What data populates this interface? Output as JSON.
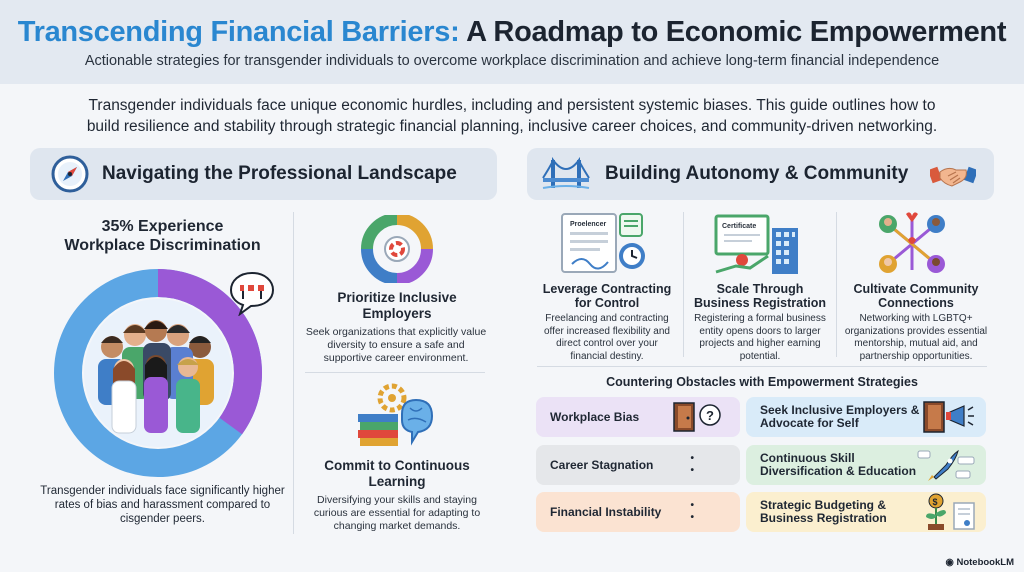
{
  "header": {
    "title_accent": "Transcending Financial Barriers:",
    "title_rest": "A Roadmap to Economic Empowerment",
    "subtitle": "Actionable strategies for transgender individuals to overcome workplace discrimination and achieve long-term financial independence"
  },
  "intro": {
    "line1": "Transgender individuals face unique economic hurdles, including and persistent systemic biases. This guide outlines how to",
    "line2": "build resilience and stability through strategic financial planning, inclusive career choices, and community-driven networking."
  },
  "left": {
    "heading": "Navigating the Professional Landscape",
    "stat_line1": "35% Experience",
    "stat_line2": "Workplace Discrimination",
    "stat_percent": 35,
    "stat_desc": "Transgender individuals face significantly higher rates of bias and harassment compared to cisgender peers.",
    "card1_title": "Prioritize Inclusive Employers",
    "card1_desc": "Seek organizations that explicitly value diversity to ensure a safe and supportive career environment.",
    "card2_title": "Commit to Continuous Learning",
    "card2_desc": "Diversifying your skills and staying curious are essential for adapting to changing market demands."
  },
  "right": {
    "heading": "Building Autonomy & Community",
    "card1_title": "Leverage Contracting for Control",
    "card1_desc": "Freelancing and contracting offer increased flexibility and direct control over your financial destiny.",
    "card1_doc_label": "Proelencer",
    "card2_title": "Scale Through Business Registration",
    "card2_desc": "Registering a formal business entity opens doors to larger projects and higher earning potential.",
    "card2_doc_label": "Certificate",
    "card3_title": "Cultivate Community Connections",
    "card3_desc": "Networking with LGBTQ+ organizations provides essential mentorship, mutual aid, and partnership opportunities.",
    "obstacles_title": "Countering Obstacles with Empowerment Strategies",
    "obstacles": [
      {
        "label": "Workplace Bias",
        "strategy": "Seek Inclusive Employers & Advocate for Self"
      },
      {
        "label": "Career Stagnation",
        "strategy": "Continuous Skill Diversification & Education"
      },
      {
        "label": "Financial Instability",
        "strategy": "Strategic Budgeting & Business Registration"
      }
    ]
  },
  "footer": {
    "brand": "NotebookLM"
  },
  "colors": {
    "accent": "#2a87d0",
    "donut_main": "#5ca6e4",
    "donut_highlight": "#9a59d6",
    "pill_purple": "#ebe2f6",
    "pill_gray": "#e5e7ea",
    "pill_peach": "#fbe3d2",
    "pill_blue": "#d9ebf9",
    "pill_green": "#dcefe0",
    "pill_yellow": "#fbefcf"
  }
}
